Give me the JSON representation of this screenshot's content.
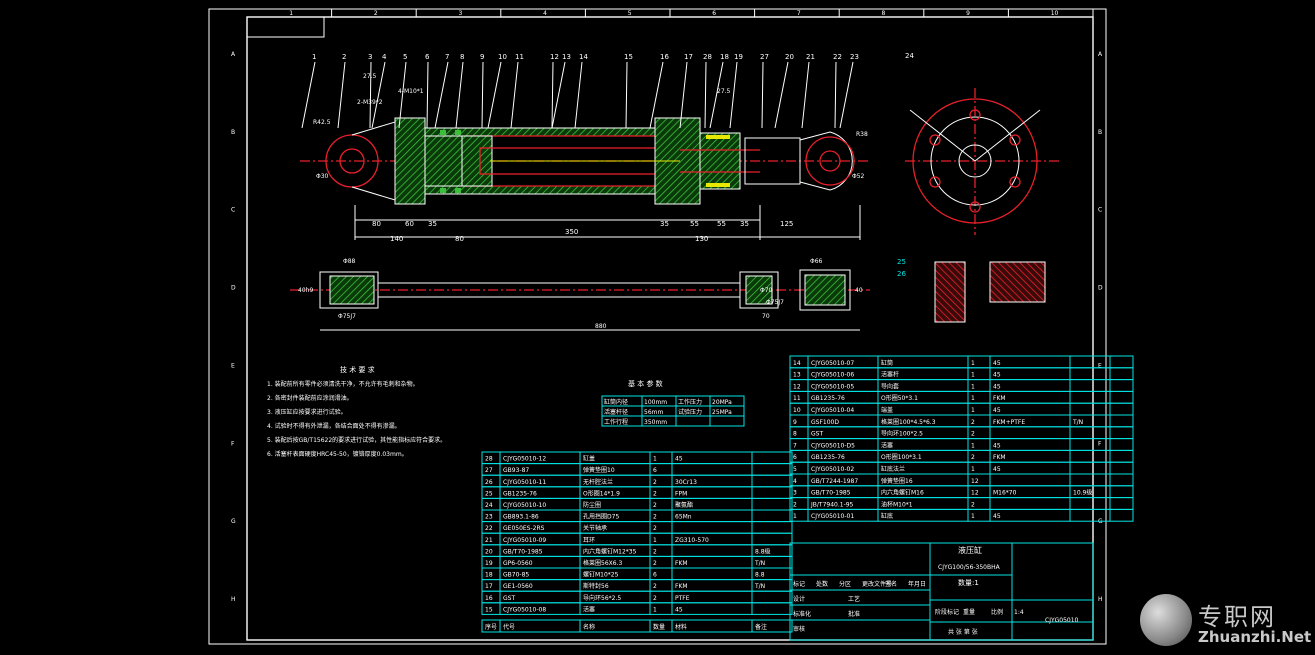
{
  "drawing": {
    "grid_columns": [
      "1",
      "2",
      "3",
      "4",
      "5",
      "6",
      "7",
      "8",
      "9",
      "10"
    ],
    "grid_rows": [
      "A",
      "B",
      "C",
      "D",
      "E",
      "F",
      "G",
      "H"
    ],
    "balloon_numbers": [
      "1",
      "2",
      "3",
      "4",
      "5",
      "6",
      "7",
      "8",
      "9",
      "10",
      "11",
      "12",
      "13",
      "14",
      "15",
      "16",
      "17",
      "28",
      "18",
      "19",
      "27",
      "20",
      "21",
      "22",
      "23"
    ],
    "section_label_24": "24",
    "dimensions_top": [
      "27.5",
      "2-M39*2",
      "4-M10*1",
      "27.5",
      "R42.5",
      "R38",
      "Φ30",
      "Φ52"
    ],
    "dimensions_bottom": [
      "80",
      "60",
      "35",
      "140",
      "80",
      "350",
      "130",
      "35",
      "55",
      "55",
      "35",
      "125"
    ],
    "dimensions_rod": [
      "Φ88",
      "40h9",
      "Φ75J7",
      "880",
      "Φ66",
      "Φ70",
      "70",
      "Φ75J7",
      "40"
    ],
    "detail_labels": [
      "25",
      "26"
    ]
  },
  "tech_requirements": {
    "title": "技 术 要 求",
    "lines": [
      "1. 装配前所有零件必须清洗干净，不允许有毛刺和杂物。",
      "2. 各密封件装配前应涂润滑油。",
      "3. 液压缸应按要求进行试验。",
      "4. 试验时不得有外泄漏，各结合面处不得有渗漏。",
      "5. 装配后按GB/T15622的要求进行试验，其性能指标应符合要求。",
      "6. 活塞杆表面硬度HRC45-50，镀铬厚度0.03mm。"
    ]
  },
  "params": {
    "title": "基 本 参 数",
    "rows": [
      [
        "缸筒内径",
        "100mm",
        "工作压力",
        "20MPa"
      ],
      [
        "活塞杆径",
        "56mm",
        "试验压力",
        "25MPa"
      ],
      [
        "工作行程",
        "350mm",
        "",
        ""
      ]
    ]
  },
  "bom_left": {
    "rows": [
      [
        "28",
        "CJYG05010-12",
        "缸盖",
        "1",
        "45"
      ],
      [
        "27",
        "GB93-87",
        "弹簧垫圈10",
        "6",
        ""
      ],
      [
        "26",
        "CJYG05010-11",
        "无杆腔法兰",
        "2",
        "30Cr13"
      ],
      [
        "25",
        "GB1235-76",
        "O形圈14*1.9",
        "2",
        "FPM"
      ],
      [
        "24",
        "CJYG05010-10",
        "防尘圈",
        "2",
        "聚氨酯"
      ],
      [
        "23",
        "GB893.1-86",
        "孔用挡圈D75",
        "2",
        "65Mn"
      ],
      [
        "22",
        "GE050ES-2RS",
        "关节轴承",
        "2",
        ""
      ],
      [
        "21",
        "CJYG05010-09",
        "耳环",
        "1",
        "ZG310-570"
      ],
      [
        "20",
        "GB/T70-1985",
        "内六角螺钉M12*35",
        "2",
        "",
        "8.8级"
      ],
      [
        "19",
        "GP6-0560",
        "格莱圈56X6.3",
        "2",
        "FKM",
        "T/N"
      ],
      [
        "18",
        "GB70-85",
        "螺钉M10*25",
        "6",
        "",
        "8.8"
      ],
      [
        "17",
        "GE1-0560",
        "斯特封56",
        "2",
        "FKM",
        "T/N"
      ],
      [
        "16",
        "GST",
        "导向环56*2.5",
        "2",
        "PTFE"
      ],
      [
        "15",
        "CJYG05010-08",
        "活塞",
        "1",
        "45"
      ]
    ],
    "header": [
      "序号",
      "代号",
      "名称",
      "数量",
      "材料",
      "备注"
    ]
  },
  "bom_right": {
    "rows": [
      [
        "14",
        "CJYG05010-07",
        "缸筒",
        "1",
        "45"
      ],
      [
        "13",
        "CJYG05010-06",
        "活塞杆",
        "1",
        "45"
      ],
      [
        "12",
        "CJYG05010-05",
        "导向套",
        "1",
        "45"
      ],
      [
        "11",
        "GB1235-76",
        "O形圈50*3.1",
        "1",
        "FKM"
      ],
      [
        "10",
        "CJYG05010-04",
        "端盖",
        "1",
        "45"
      ],
      [
        "9",
        "GSF100D",
        "格莱圈100*4.5*6.3",
        "2",
        "FKM+PTFE",
        "T/N"
      ],
      [
        "8",
        "GST",
        "导向环100*2.5",
        "2",
        ""
      ],
      [
        "7",
        "CJYG05010-D5",
        "活塞",
        "1",
        "45"
      ],
      [
        "6",
        "GB1235-76",
        "O形圈100*3.1",
        "2",
        "FKM"
      ],
      [
        "5",
        "CJYG05010-02",
        "缸底法兰",
        "1",
        "45"
      ],
      [
        "4",
        "GB/T7244-1987",
        "弹簧垫圈16",
        "12",
        ""
      ],
      [
        "3",
        "GB/T70-1985",
        "内六角螺钉M16",
        "12",
        "M16*70",
        "10.9级"
      ],
      [
        "2",
        "JB/T7940.1-95",
        "油杯M10*1",
        "2",
        ""
      ],
      [
        "1",
        "CJYG05010-01",
        "缸底",
        "1",
        "45"
      ]
    ]
  },
  "title_block": {
    "name": "液压缸",
    "code": "CJYG100/56-350BHA",
    "qty": "数量:1",
    "scale": "1:4",
    "company": "共 张 第 张",
    "sign_labels": [
      "标记",
      "处数",
      "分区",
      "更改文件号",
      "签名",
      "年月日"
    ],
    "roles": [
      "设计",
      "标准化",
      "审核",
      "工艺",
      "批准"
    ],
    "stage_labels": [
      "阶段标记",
      "重量",
      "比例"
    ],
    "drawing_no": "CJYG05010"
  },
  "watermark": {
    "site": "专职网",
    "url": "Zhuanzhi.Net"
  }
}
